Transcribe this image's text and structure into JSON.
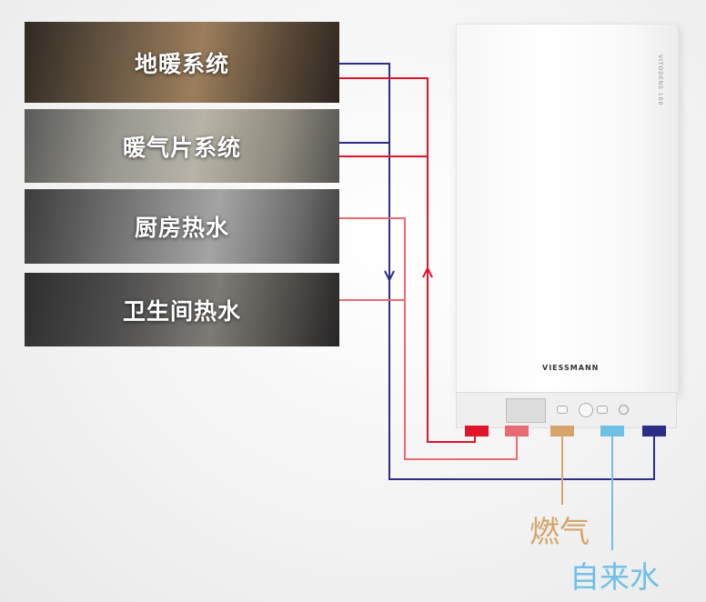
{
  "panels": [
    {
      "label": "地暖系统"
    },
    {
      "label": "暖气片系统"
    },
    {
      "label": "厨房热水"
    },
    {
      "label": "卫生间热水"
    }
  ],
  "boiler": {
    "brand": "VIESSMANN",
    "model": "VITODENS 100"
  },
  "legend": {
    "gas": "燃气",
    "tap_water": "自来水"
  },
  "colors": {
    "supply_red": "#e0132a",
    "return_blue": "#2b2d86",
    "hot_water_pink": "#e86a73",
    "gas_tan": "#d6a36a",
    "tap_blue": "#6fc0e6"
  }
}
